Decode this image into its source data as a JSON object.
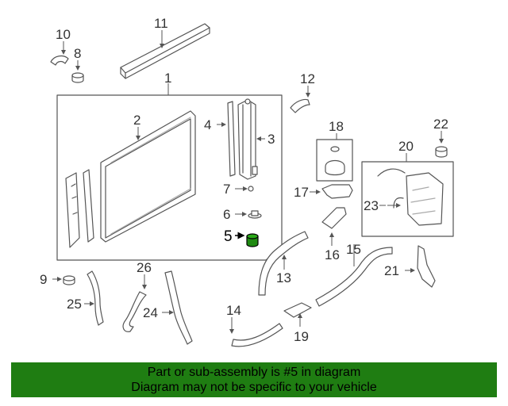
{
  "diagram": {
    "highlight_color": "#1f8a12",
    "callouts": [
      "1",
      "2",
      "3",
      "4",
      "5",
      "6",
      "7",
      "8",
      "9",
      "10",
      "11",
      "12",
      "13",
      "14",
      "15",
      "16",
      "17",
      "18",
      "19",
      "20",
      "21",
      "22",
      "23",
      "24",
      "25",
      "26"
    ]
  },
  "footer": {
    "background": "#1f7d12",
    "line1": "Part or sub-assembly is #5 in diagram",
    "line2": "Diagram may not be specific to your vehicle"
  }
}
